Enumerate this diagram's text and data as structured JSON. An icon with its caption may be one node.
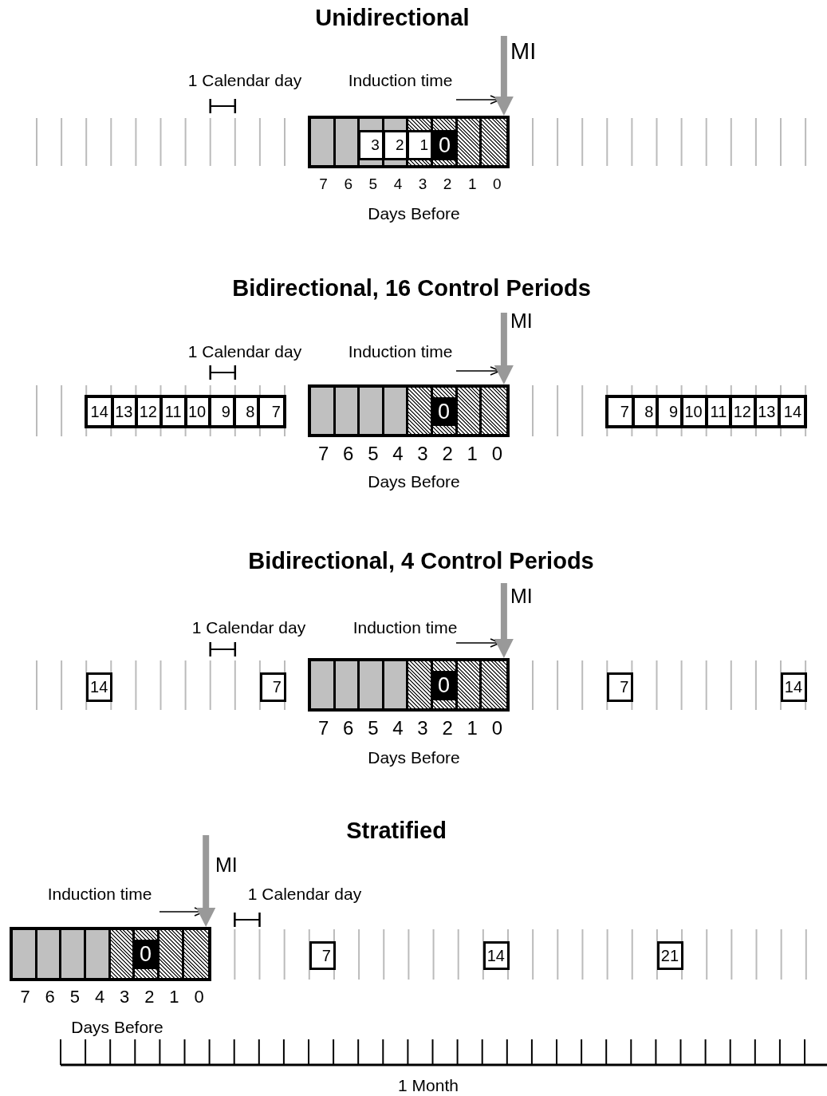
{
  "diagram": {
    "nodes": [
      {
        "text": [],
        "shape": "box"
      },
      {
        "text": [
          "3"
        ],
        "in": 0
      },
      {
        "text": [
          "2"
        ],
        "in": 0
      },
      {
        "text": [
          "1"
        ],
        "in": 0
      },
      {
        "text": [
          "0"
        ],
        "in": 0
      },
      {
        "text": [],
        "shape": "box"
      },
      {
        "text": [
          "14"
        ],
        "in": 5
      },
      {
        "text": [
          "13"
        ],
        "in": 5
      },
      {
        "text": [
          "12"
        ],
        "in": 5
      },
      {
        "text": [
          "11"
        ],
        "in": 5
      },
      {
        "text": [
          "10"
        ],
        "in": 5
      },
      {
        "text": [
          "9"
        ],
        "in": 5
      },
      {
        "text": [
          "8"
        ],
        "in": 5
      },
      {
        "text": [
          "7"
        ],
        "in": 5
      },
      {
        "text": [],
        "shape": "box"
      },
      {
        "text": [
          "0"
        ],
        "in": 14
      },
      {
        "text": [],
        "shape": "box"
      },
      {
        "text": [
          "7"
        ],
        "in": 16
      },
      {
        "text": [
          "8"
        ],
        "in": 16
      },
      {
        "text": [
          "9"
        ],
        "in": 16
      },
      {
        "text": [
          "10"
        ],
        "in": 16
      },
      {
        "text": [
          "11"
        ],
        "in": 16
      },
      {
        "text": [
          "12"
        ],
        "in": 16
      },
      {
        "text": [
          "13"
        ],
        "in": 16
      },
      {
        "text": [
          "14"
        ],
        "in": 16
      },
      {
        "text": [
          "14"
        ]
      },
      {
        "text": [
          "7"
        ]
      },
      {
        "text": [],
        "shape": "box"
      },
      {
        "text": [
          "0"
        ],
        "in": 27
      },
      {
        "text": [
          "7"
        ]
      },
      {
        "text": [
          "14"
        ]
      },
      {
        "text": [],
        "shape": "box"
      },
      {
        "text": [
          "0"
        ],
        "in": 31
      },
      {
        "text": [
          "7"
        ]
      },
      {
        "text": [
          "14"
        ]
      },
      {
        "text": [
          "21"
        ]
      }
    ],
    "edges": [
      {
        "from": null,
        "to": 0,
        "arrow": "to",
        "label": "MI"
      },
      {
        "from": null,
        "to": 14,
        "arrow": "to",
        "label": "MI"
      },
      {
        "from": null,
        "to": 27,
        "arrow": "to",
        "label": "MI"
      },
      {
        "from": null,
        "to": 31,
        "arrow": "to",
        "label": "MI"
      }
    ],
    "labels": [
      "Unidirectional",
      "1 Calendar day",
      "Induction time",
      "7",
      "6",
      "5",
      "4",
      "3",
      "2",
      "1",
      "0",
      "Days Before",
      "Bidirectional, 16 Control Periods",
      "1 Calendar day",
      "Induction time",
      "7",
      "6",
      "5",
      "4",
      "3",
      "2",
      "1",
      "0",
      "Days Before",
      "Bidirectional, 4 Control Periods",
      "1 Calendar day",
      "Induction time",
      "7",
      "6",
      "5",
      "4",
      "3",
      "2",
      "1",
      "0",
      "Days Before",
      "Stratified",
      "Induction time",
      "1 Calendar day",
      "7",
      "6",
      "5",
      "4",
      "3",
      "2",
      "1",
      "0",
      "Days Before",
      "1 Month"
    ]
  }
}
